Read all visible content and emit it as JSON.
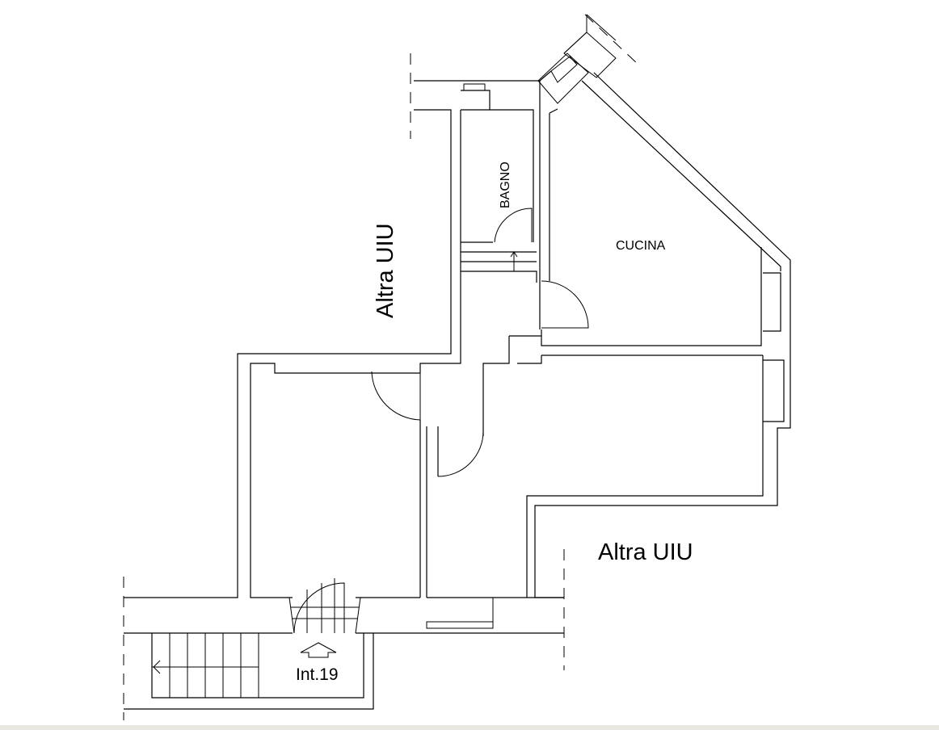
{
  "plan": {
    "rooms": {
      "bagno": "BAGNO",
      "cucina": "CUCINA"
    },
    "neighbors": {
      "left": "Altra UIU",
      "right": "Altra UIU"
    },
    "entrance": {
      "label": "Int.19"
    }
  }
}
